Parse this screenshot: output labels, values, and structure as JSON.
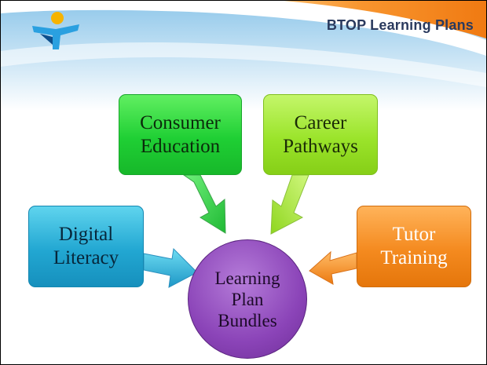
{
  "header": {
    "title": "BTOP Learning Plans"
  },
  "diagram": {
    "hub": {
      "line1": "Learning",
      "line2": "Plan",
      "line3": "Bundles"
    },
    "nodes": {
      "consumer": {
        "line1": "Consumer",
        "line2": "Education"
      },
      "career": {
        "line1": "Career",
        "line2": "Pathways"
      },
      "digital": {
        "line1": "Digital",
        "line2": "Literacy"
      },
      "tutor": {
        "line1": "Tutor",
        "line2": "Training"
      }
    }
  },
  "colors": {
    "title": "#2a3a5e",
    "consumer": "#1fcf34",
    "career": "#9be42b",
    "digital": "#22a7d2",
    "tutor": "#f48a1f",
    "hub": "#8b44b8",
    "header_accent": "#f4801f"
  }
}
